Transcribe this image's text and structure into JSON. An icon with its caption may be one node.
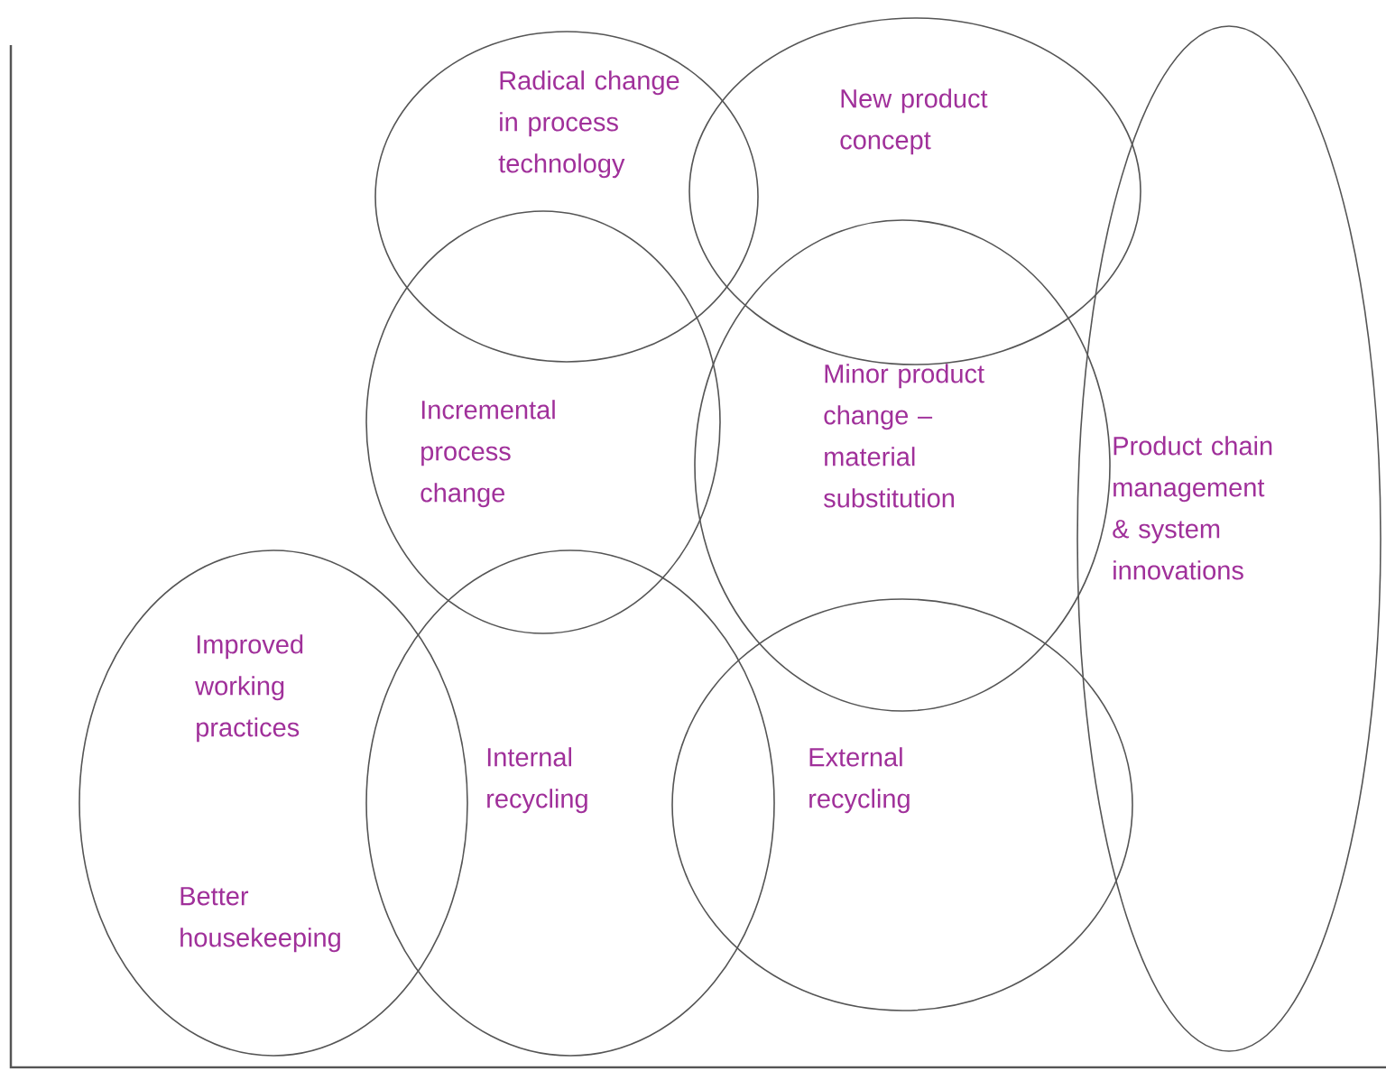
{
  "diagram": {
    "nodes": [
      {
        "text": [
          "Radical change in process technology"
        ]
      },
      {
        "text": [
          "New product concept"
        ]
      },
      {
        "text": [
          "Incremental process change"
        ]
      },
      {
        "text": [
          "Minor product change – material substitution"
        ]
      },
      {
        "text": [
          "Product chain management & system innovations"
        ]
      },
      {
        "text": [
          "Improved working practices",
          "Better housekeeping"
        ]
      },
      {
        "text": [
          "Internal recycling"
        ]
      },
      {
        "text": [
          "External recycling"
        ]
      }
    ]
  }
}
